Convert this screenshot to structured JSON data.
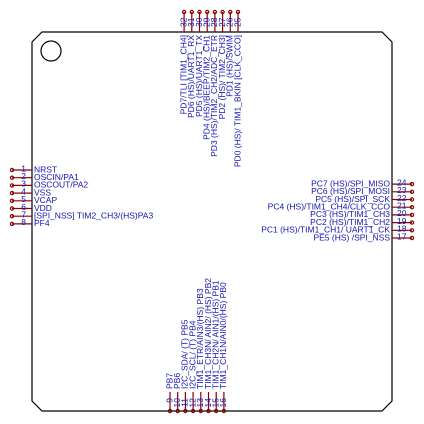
{
  "package": {
    "pin_color": "#8b0000",
    "text_color": "#1414b4",
    "outline_color": "#000000",
    "pins": [
      {
        "num": "1",
        "label": "NRST"
      },
      {
        "num": "2",
        "label": "OSCIN/PA1"
      },
      {
        "num": "3",
        "label": "OSCOUT/PA2"
      },
      {
        "num": "4",
        "label": "VSS"
      },
      {
        "num": "5",
        "label": "VCAP"
      },
      {
        "num": "6",
        "label": "VDD"
      },
      {
        "num": "7",
        "label": "[SPI_NSS] TIM2_CH3/(HS)PA3"
      },
      {
        "num": "8",
        "label": "PF4"
      },
      {
        "num": "9",
        "label": "PB7"
      },
      {
        "num": "10",
        "label": "PB6"
      },
      {
        "num": "11",
        "label": "I2C_SDA/ (T) PB5"
      },
      {
        "num": "12",
        "label": "I2C_SCL/ (T) PB4"
      },
      {
        "num": "13",
        "label": "TIM1_ETR/AIN3/(HS) PB3"
      },
      {
        "num": "14",
        "label": "TIM1_CH3N/ AIN2/ (HS) PB2"
      },
      {
        "num": "15",
        "label": "TIM1_CH2N/ AIN1/(HS) PB1"
      },
      {
        "num": "16",
        "label": "TIM1_CH1N/AIN0/(HS) PB0"
      },
      {
        "num": "17",
        "label": "PE5 (HS) /SPI_NSS"
      },
      {
        "num": "18",
        "label": "PC1 (HS)/TIM1_CH1/ UART1_CK"
      },
      {
        "num": "19",
        "label": "PC2 (HS)/TIM1_CH2"
      },
      {
        "num": "20",
        "label": "PC3 (HS)/TIM1_CH3"
      },
      {
        "num": "21",
        "label": "PC4 (HS)/TIM1_CH4/CLK_CCO"
      },
      {
        "num": "22",
        "label": "PC5 (HS)/SPI_SCK"
      },
      {
        "num": "23",
        "label": "PC6 (HS)/SPI_MOSI"
      },
      {
        "num": "24",
        "label": "PC7 (HS)/SPI_MISO"
      },
      {
        "num": "25",
        "label": "PD0 (HS)/ TIM1_BKIN [CLK_CCO]"
      },
      {
        "num": "26",
        "label": "PD1 (HS)/SWIM"
      },
      {
        "num": "27",
        "label": "PD2 (HS)/ TIM2_CH3]"
      },
      {
        "num": "28",
        "label": "PD3 (HS)/TIM2_CH2/ADC_ETR"
      },
      {
        "num": "29",
        "label": "PD4 (HS)/BEEP/TIM2_CH1"
      },
      {
        "num": "30",
        "label": "PD5 (HS)/UART1_TX"
      },
      {
        "num": "31",
        "label": "PD6 (HS)/UART1_RX"
      },
      {
        "num": "32",
        "label": "PD7/TLI [TIM1_CH4]"
      }
    ]
  }
}
